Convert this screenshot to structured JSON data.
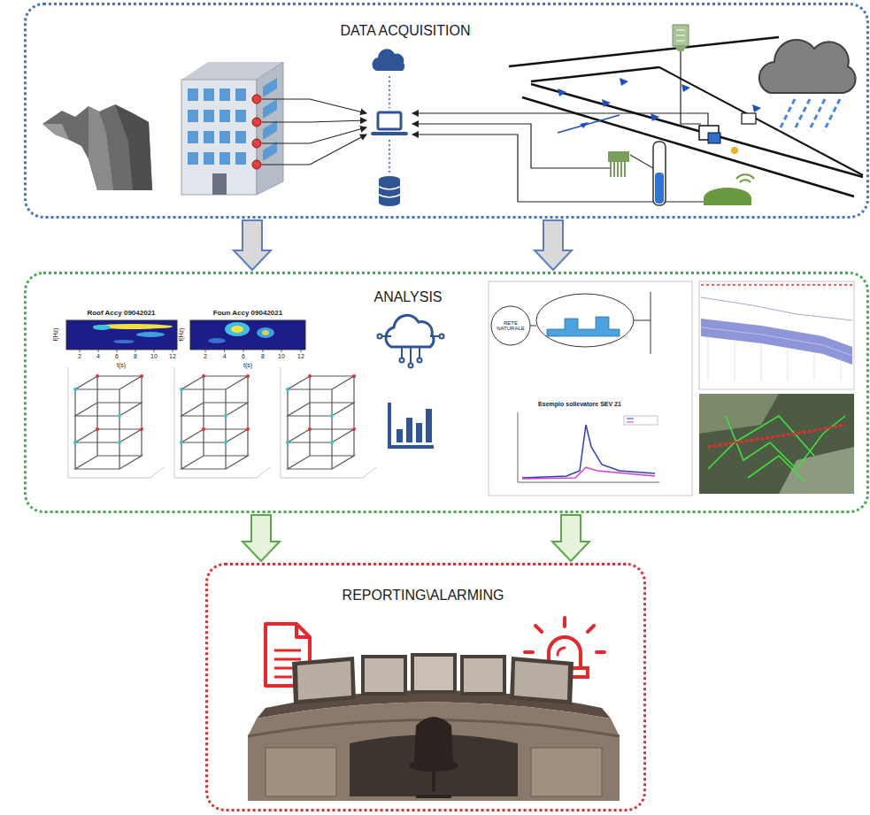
{
  "diagram": {
    "nodes": [
      {
        "text": [
          "DATA ACQUISITION"
        ]
      },
      {
        "text": [
          "ANALYSIS"
        ]
      },
      {
        "text": [
          "REPORTING\\ALARMING"
        ]
      }
    ],
    "edges": [
      {
        "from": 0,
        "to": 1,
        "arrow": "to"
      },
      {
        "from": 0,
        "to": 1,
        "arrow": "to"
      },
      {
        "from": 1,
        "to": 2,
        "arrow": "to"
      },
      {
        "from": 1,
        "to": 2,
        "arrow": "to"
      }
    ],
    "labels": [
      "Roof Accy 09042021",
      "Foun Accy 09042021",
      "f(Hz)",
      "f(Hz)",
      "t(s)",
      "t(s)",
      "2",
      "4",
      "6",
      "8",
      "10",
      "12",
      "2",
      "4",
      "6",
      "8",
      "10",
      "12",
      "Esempio sollevatore SEV 21",
      "RETE NATURALE"
    ]
  }
}
